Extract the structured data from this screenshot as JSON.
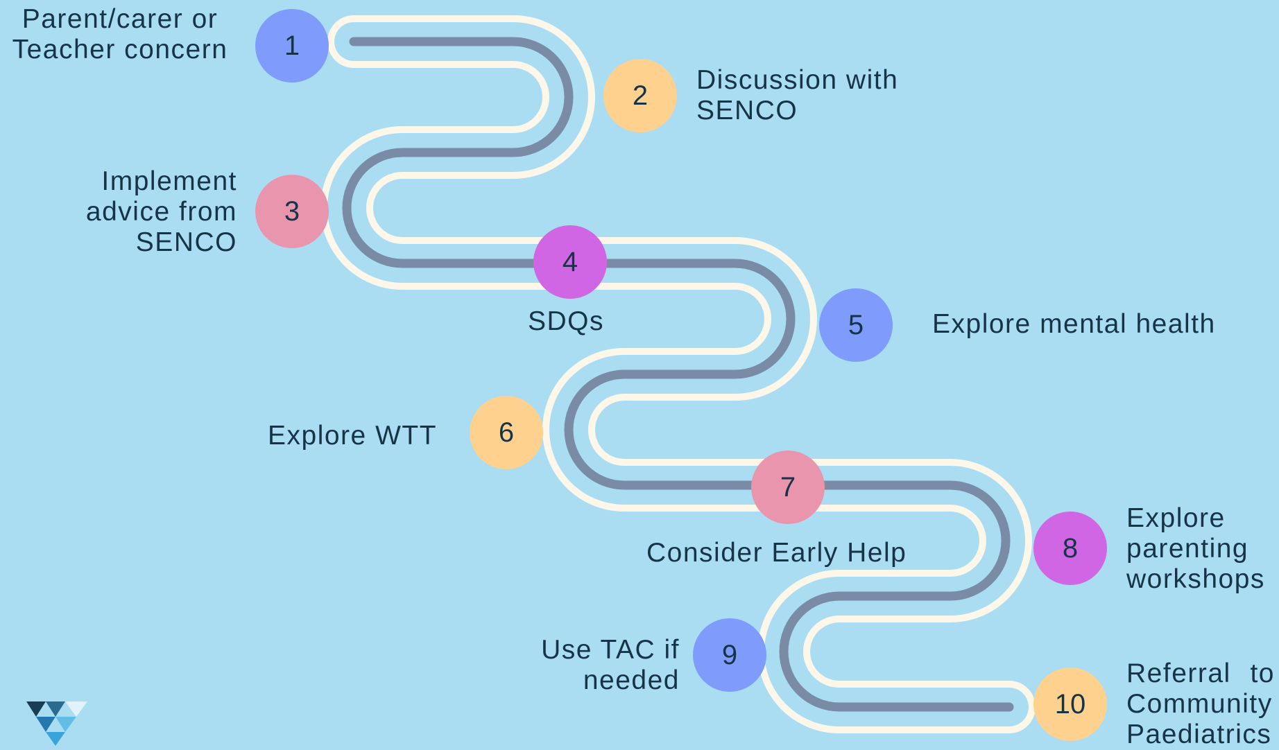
{
  "colors": {
    "background": "#aaddf2",
    "road_outline": "#fdf7ea",
    "road_center": "#7a8ba5",
    "blue": "#7f9bfb",
    "orange": "#ffd18e",
    "pink": "#ea95ae",
    "purple": "#d066e3",
    "text": "#163447"
  },
  "steps": [
    {
      "number": "1",
      "label": "Parent/carer or\nTeacher concern",
      "color": "blue"
    },
    {
      "number": "2",
      "label": "Discussion with\nSENCO",
      "color": "orange"
    },
    {
      "number": "3",
      "label": "Implement\nadvice from\nSENCO",
      "color": "pink"
    },
    {
      "number": "4",
      "label": "SDQs",
      "color": "purple"
    },
    {
      "number": "5",
      "label": "Explore mental health",
      "color": "blue"
    },
    {
      "number": "6",
      "label": "Explore WTT",
      "color": "orange"
    },
    {
      "number": "7",
      "label": "Consider Early Help",
      "color": "pink"
    },
    {
      "number": "8",
      "label": "Explore\nparenting\nworkshops",
      "color": "purple"
    },
    {
      "number": "9",
      "label": "Use TAC if\nneeded",
      "color": "blue"
    },
    {
      "number": "10",
      "label": "Referral to\nCommunity\nPaediatrics",
      "color": "orange"
    }
  ],
  "logo": {
    "icon": "triangle-mosaic-logo-icon"
  }
}
